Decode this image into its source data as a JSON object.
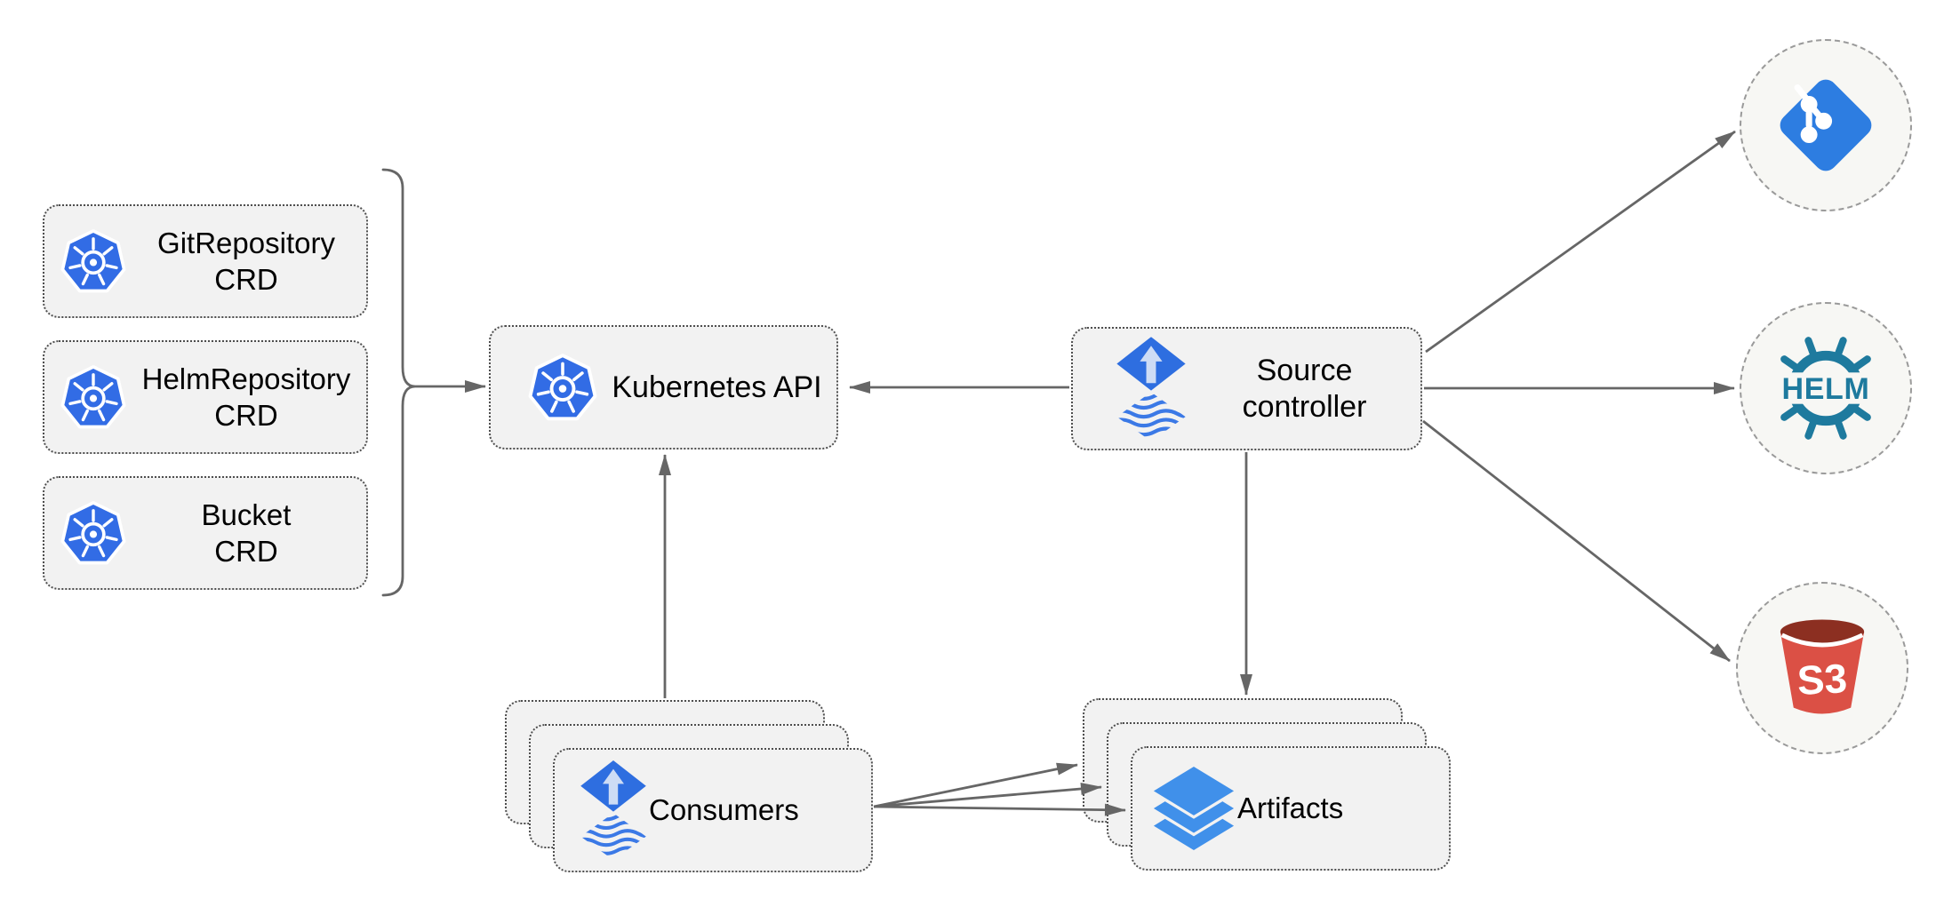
{
  "diagram": {
    "crd_group": [
      {
        "id": "git-repository-crd",
        "lines": [
          "GitRepository",
          "CRD"
        ]
      },
      {
        "id": "helm-repository-crd",
        "lines": [
          "HelmRepository",
          "CRD"
        ]
      },
      {
        "id": "bucket-crd",
        "lines": [
          "Bucket",
          "CRD"
        ]
      }
    ],
    "kubernetes_api": {
      "label": "Kubernetes API"
    },
    "source_controller": {
      "lines": [
        "Source",
        "controller"
      ]
    },
    "consumers": {
      "label": "Consumers"
    },
    "artifacts": {
      "label": "Artifacts"
    },
    "endpoints": {
      "git": {
        "icon": "git-icon"
      },
      "helm": {
        "text": "HELM"
      },
      "s3": {
        "text": "S3"
      }
    },
    "colors": {
      "kubernetes_blue": "#326CE5",
      "flux_blue": "#2E6EE0",
      "flux_arrow_light": "#CDDCF5",
      "flux_wave_blue": "#3B79E6",
      "git_blue": "#2D7DE1",
      "helm_teal": "#1E7A9E",
      "s3_red": "#DB5045",
      "s3_dark_red": "#8C2F21",
      "layers_blue": "#4090EA",
      "arrow_gray": "#666666",
      "node_fill": "#F2F2F2",
      "node_border": "#4E4E4E",
      "circle_fill": "#F7F7F4",
      "circle_border": "#9A9A9A",
      "text_color": "#000000"
    }
  }
}
